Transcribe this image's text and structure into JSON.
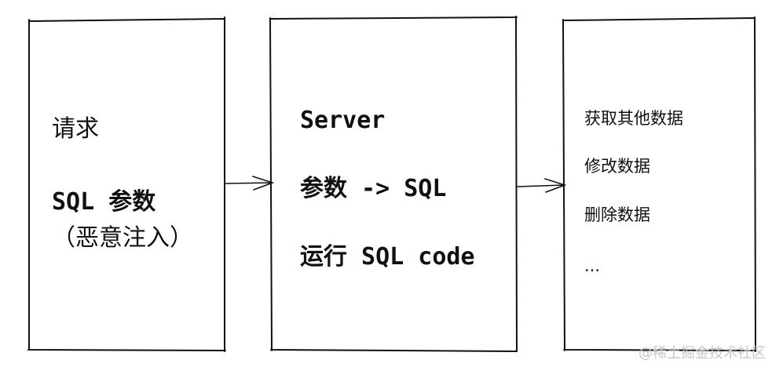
{
  "boxes": {
    "request": {
      "line1": "请求",
      "line2": "SQL 参数",
      "line3": "（恶意注入）"
    },
    "server": {
      "line1": "Server",
      "line2": "参数 -> SQL",
      "line3": "运行 SQL code"
    },
    "result": {
      "line1": "获取其他数据",
      "line2": "修改数据",
      "line3": "删除数据",
      "line4": "..."
    }
  },
  "watermark": "@稀土掘金技术社区",
  "colors": {
    "stroke": "#111111",
    "background": "#ffffff",
    "watermark": "#c8c8c8"
  }
}
